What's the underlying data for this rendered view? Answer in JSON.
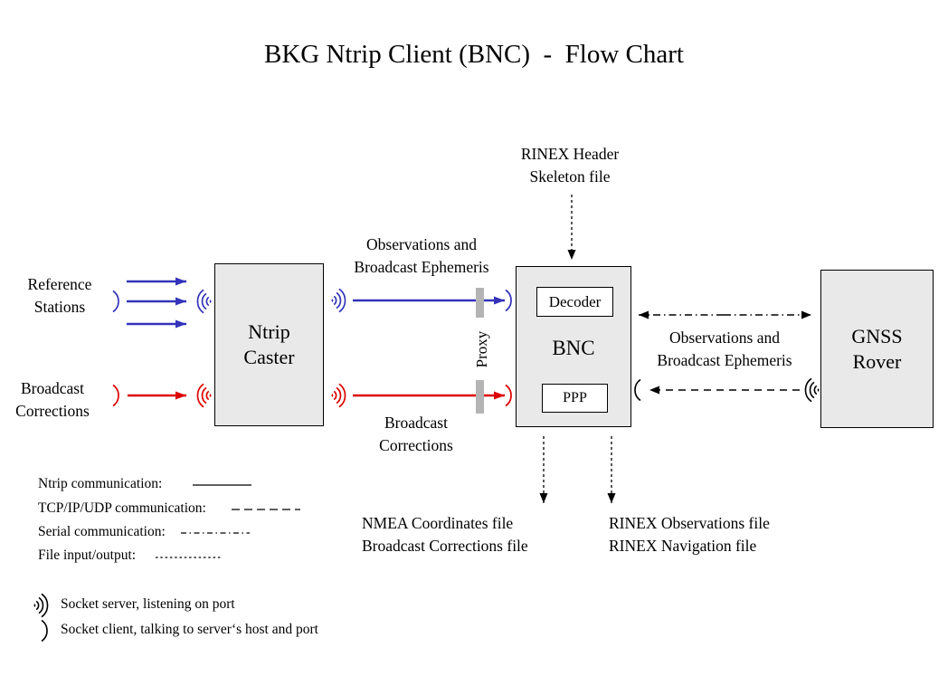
{
  "title": "BKG Ntrip Client (BNC)  -  Flow Chart",
  "colors": {
    "ntrip_blue": "#3333bb",
    "corrections_red": "#dd0000",
    "node_fill": "#e9e9e9",
    "proxy_gray": "#b4b4b4",
    "line_black": "#000000"
  },
  "nodes": {
    "ntrip_caster": {
      "line1": "Ntrip",
      "line2": "Caster"
    },
    "bnc": {
      "label": "BNC",
      "decoder": "Decoder",
      "ppp": "PPP"
    },
    "gnss_rover": {
      "line1": "GNSS",
      "line2": "Rover"
    }
  },
  "labels": {
    "reference_stations": {
      "line1": "Reference",
      "line2": "Stations"
    },
    "broadcast_corrections_input": {
      "line1": "Broadcast",
      "line2": "Corrections"
    },
    "observations_left": {
      "line1": "Observations and",
      "line2": "Broadcast Ephemeris"
    },
    "broadcast_corrections_stream": {
      "line1": "Broadcast",
      "line2": "Corrections"
    },
    "rinex_skeleton": {
      "line1": "RINEX Header",
      "line2": "Skeleton file"
    },
    "proxy": "Proxy",
    "observations_right": {
      "line1": "Observations and",
      "line2": "Broadcast Ephemeris"
    },
    "nmea_outputs": {
      "line1": "NMEA Coordinates file",
      "line2": "Broadcast Corrections file"
    },
    "rinex_outputs": {
      "line1": "RINEX Observations file",
      "line2": "RINEX Navigation file"
    }
  },
  "legend": {
    "items": [
      {
        "label": "Ntrip communication:",
        "style": "solid"
      },
      {
        "label": "TCP/IP/UDP communication:",
        "style": "dashed"
      },
      {
        "label": "Serial communication:",
        "style": "dash-dot"
      },
      {
        "label": "File input/output:",
        "style": "fine-dash"
      }
    ]
  },
  "socket_legend": {
    "server": {
      "icon": "socket-server-icon",
      "label": "Socket server, listening on port"
    },
    "client": {
      "icon": "socket-client-icon",
      "label": "Socket client, talking to server‘s host and port"
    }
  }
}
